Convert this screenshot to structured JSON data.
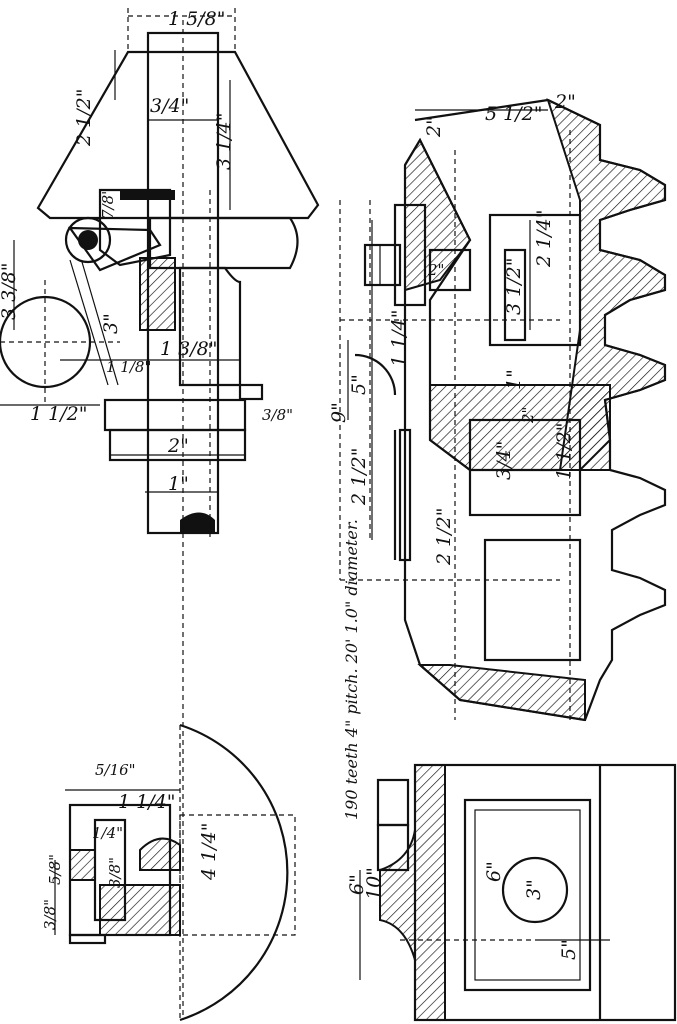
{
  "caption": "190 teeth 4\" pitch. 20' 1.0\" diameter.",
  "dimensions": {
    "top": {
      "d1": "1 5/8\"",
      "d2": "2 1/2\"",
      "d3": "3/4\"",
      "d4": "3 1/4\"",
      "d5": "7/8\"",
      "d6": "3 3/8\"",
      "d7": "3\"",
      "d8": "1 1/8\"",
      "d9": "1 3/8\"",
      "d10": "1 1/2\"",
      "d11": "3/8\"",
      "d12": "2\"",
      "d13": "1\""
    },
    "right": {
      "d1": "2\"",
      "d2": "5 1/2\"",
      "d3": "2\"",
      "d4": "2\"",
      "d5": "2 1/4\"",
      "d6": "3 1/2\"",
      "d7": "1 1/4\"",
      "d8": "1\"",
      "d9": "5\"",
      "d10": "9\"",
      "d11": "2\"",
      "d12": "3/4\"",
      "d13": "1 1/2\"",
      "d14": "2 1/2\"",
      "d15": "2 1/2\""
    },
    "bottom_left": {
      "d1": "5/16\"",
      "d2": "1 1/4\"",
      "d3": "1/4\"",
      "d4": "5/8\"",
      "d5": "3/8\"",
      "d6": "4 1/4\"",
      "d7": "3/8\""
    },
    "bottom_right": {
      "d1": "6\"",
      "d2": "10\"",
      "d3": "6\"",
      "d4": "3\"",
      "d5": "5\""
    }
  }
}
